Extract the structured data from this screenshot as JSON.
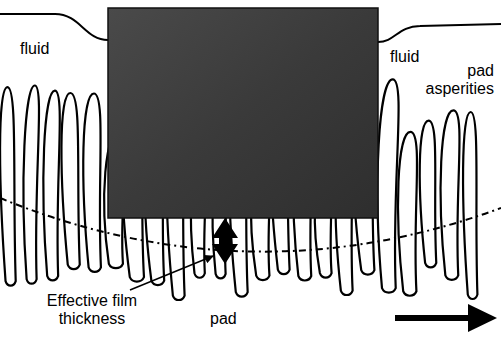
{
  "diagram": {
    "labels": [
      "fluid",
      "fluid",
      "pad asperities",
      "Effective film thickness",
      "pad"
    ]
  }
}
